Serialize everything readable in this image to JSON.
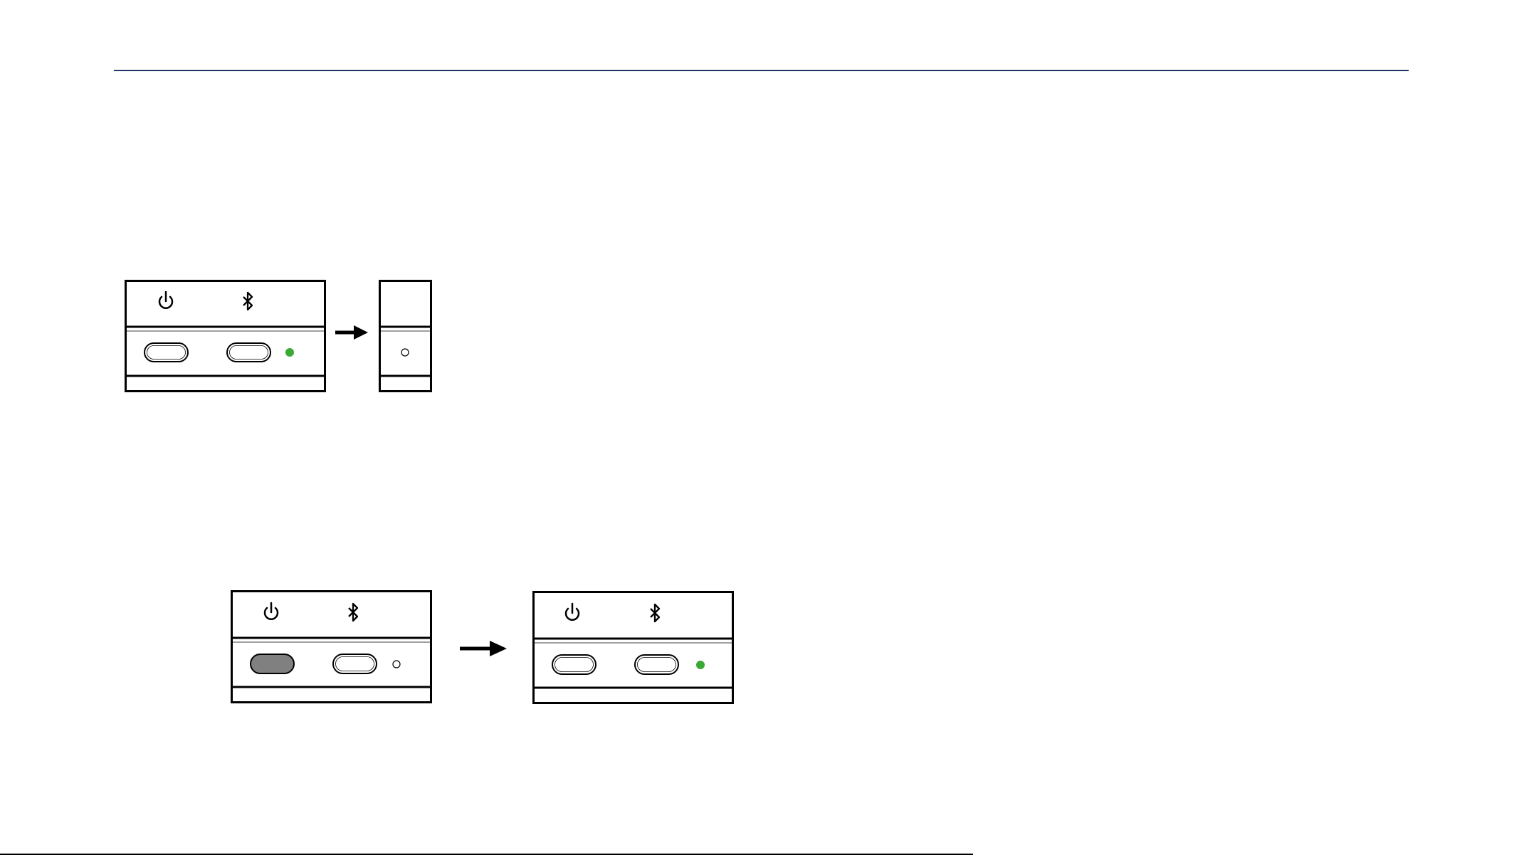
{
  "colors": {
    "rule": "#1f3864",
    "led_on": "#3aa935",
    "led_off": "#ffffff",
    "outline": "#000000",
    "pressed_button": "#808080"
  },
  "icons": {
    "power": "power-icon",
    "bluetooth": "bluetooth-icon",
    "arrow": "arrow-right-icon"
  },
  "diagram": {
    "step1": {
      "before": {
        "led": "on",
        "power_button": "released",
        "bluetooth_button": "released"
      },
      "after": {
        "led": "off",
        "view": "partial"
      }
    },
    "step2": {
      "before": {
        "led": "off",
        "power_button": "pressed",
        "bluetooth_button": "released"
      },
      "after": {
        "led": "on",
        "power_button": "released",
        "bluetooth_button": "released"
      }
    }
  }
}
